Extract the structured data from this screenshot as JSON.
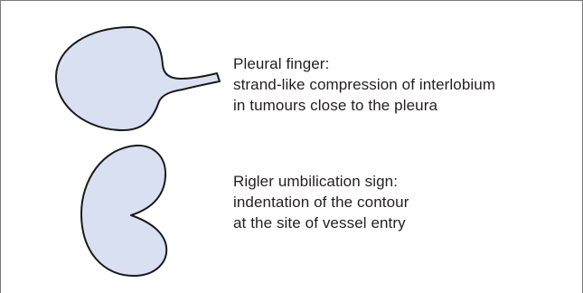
{
  "colors": {
    "shape_fill": "#d9e0f2",
    "shape_stroke": "#1a1a1a",
    "text": "#231f20",
    "frame": "#7a7a7a"
  },
  "items": [
    {
      "shape": "pleural-finger",
      "lines": [
        "Pleural finger:",
        "strand-like compression of interlobium",
        "in tumours close to the pleura"
      ]
    },
    {
      "shape": "rigler-umbilication",
      "lines": [
        "Rigler umbilication sign:",
        "indentation of the contour",
        "at the site of vessel entry"
      ]
    }
  ]
}
